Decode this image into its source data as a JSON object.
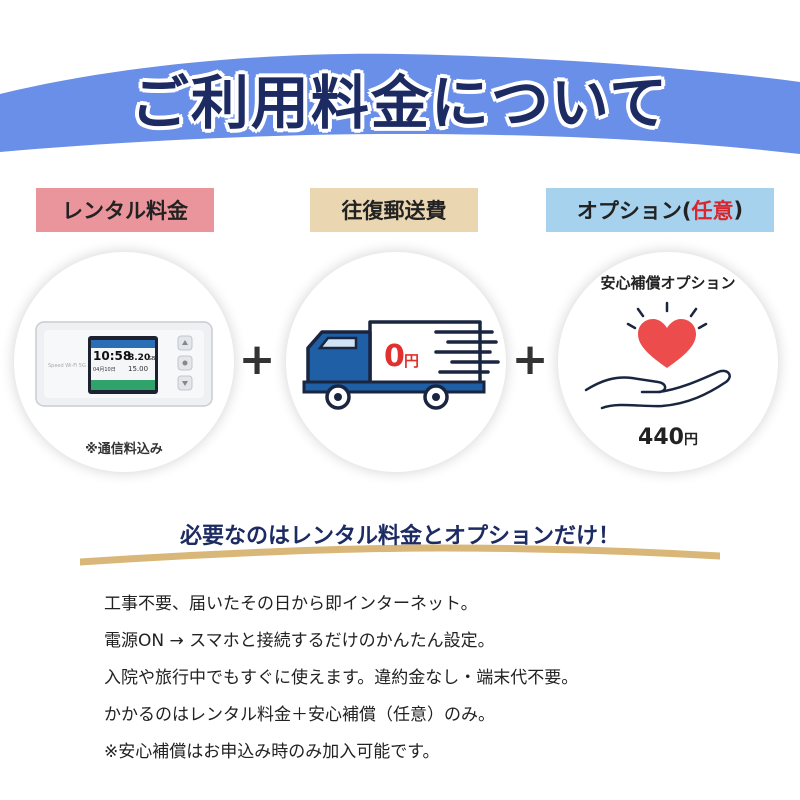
{
  "header": {
    "title": "ご利用料金について"
  },
  "categories": {
    "rental": "レンタル料金",
    "shipping": "往復郵送費",
    "option_prefix": "オプション(",
    "option_emphasis": "任意",
    "option_suffix": ")"
  },
  "rental_card": {
    "device_time": "10:58",
    "device_value": "8.20",
    "device_value_unit": "GB",
    "device_value2": "15.00",
    "device_date": "04月10日",
    "note": "※通信料込み"
  },
  "shipping_card": {
    "price": "0",
    "unit": "円"
  },
  "option_card": {
    "title": "安心補償オプション",
    "price": "440",
    "unit": "円"
  },
  "operators": {
    "plus": "+"
  },
  "summary": {
    "headline": "必要なのはレンタル料金とオプションだけ！",
    "lines": [
      "工事不要、届いたその日から即インターネット。",
      "電源ON → スマホと接続するだけのかんたん設定。",
      "入院や旅行中でもすぐに使えます。違約金なし・端末代不要。",
      "かかるのはレンタル料金＋安心補償（任意）のみ。",
      "※安心補償はお申込み時のみ加入可能です。"
    ]
  },
  "colors": {
    "banner_blue": "#6a8fe8",
    "navy": "#1d2b63",
    "rental_pink": "#e9959b",
    "shipping_beige": "#ead6b1",
    "option_blue": "#a7d2ee",
    "truck_blue": "#1f5fa6",
    "price_red": "#e0312e",
    "heart_red": "#ec4c4c",
    "gold_stroke": "#d9b779"
  },
  "icons": [
    "wifi-router-icon",
    "delivery-truck-icon",
    "heart-hand-icon"
  ]
}
